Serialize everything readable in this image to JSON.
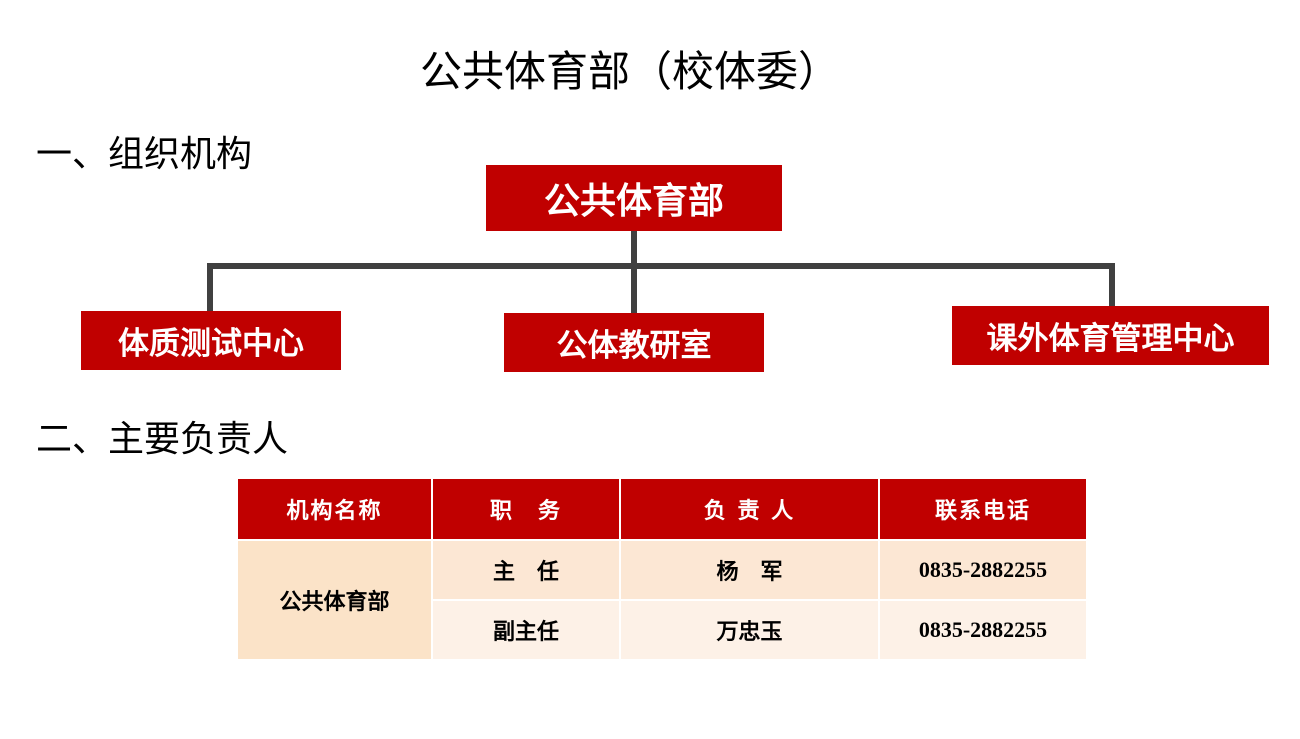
{
  "title": "公共体育部（校体委）",
  "sections": {
    "org": "一、组织机构",
    "leaders": "二、主要负责人"
  },
  "org_chart": {
    "root": "公共体育部",
    "children": [
      "体质测试中心",
      "公体教研室",
      "课外体育管理中心"
    ]
  },
  "colors": {
    "box_fill": "#c00000",
    "box_text": "#ffffff",
    "connector": "#404040",
    "header_fill": "#c00000",
    "org_cell_fill": "#fbe3c8",
    "row_a_fill": "#fce7d4",
    "row_b_fill": "#fdf1e7"
  },
  "table": {
    "headers": [
      "机构名称",
      "职　务",
      "负 责 人",
      "联系电话"
    ],
    "org_name": "公共体育部",
    "rows": [
      {
        "position": "主　任",
        "person": "杨　军",
        "phone": "0835-2882255"
      },
      {
        "position": "副主任",
        "person": "万忠玉",
        "phone": "0835-2882255"
      }
    ]
  }
}
